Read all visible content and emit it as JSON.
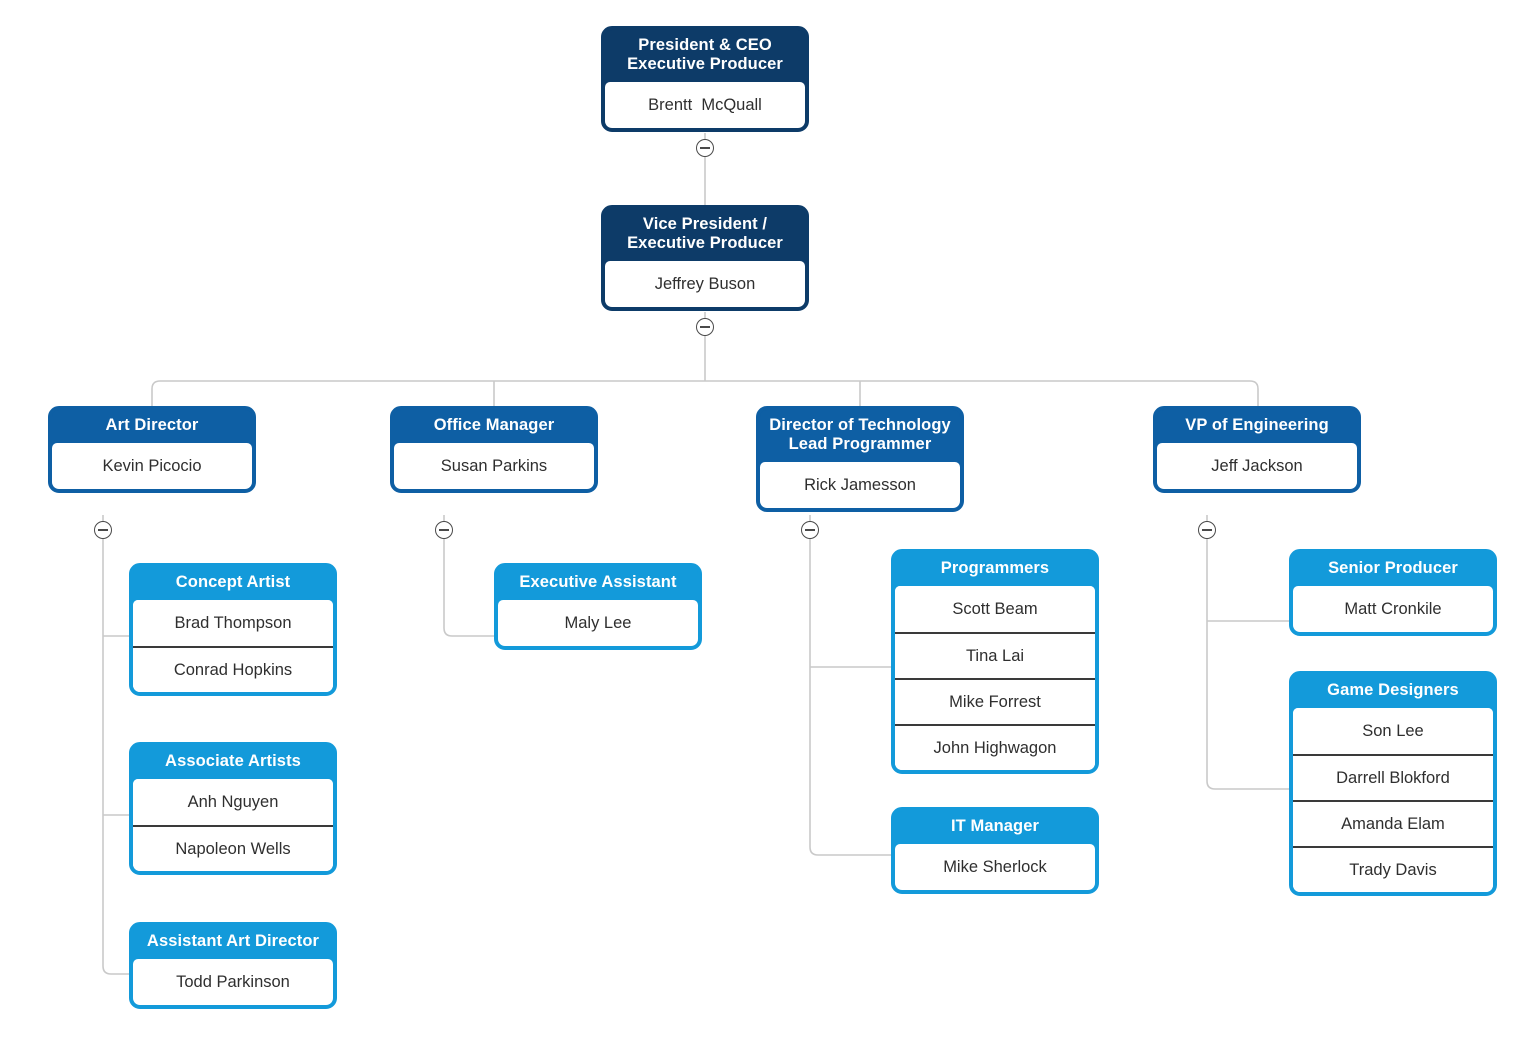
{
  "chart_type": "org-chart",
  "colors": {
    "level1": "#0d3b68",
    "level2": "#0e5fa4",
    "level3": "#139ada",
    "connector": "#c9c9c9",
    "row_text": "#2f2f2f",
    "title_text": "#ffffff",
    "row_divider": "#3a3a3a",
    "background": "#ffffff"
  },
  "toggle_icon": "collapse-minus-icon",
  "nodes": {
    "ceo": {
      "title": "President & CEO\nExecutive Producer",
      "names": [
        "Brentt  McQuall"
      ]
    },
    "vp": {
      "title": "Vice President /\nExecutive Producer",
      "names": [
        "Jeffrey Buson"
      ]
    },
    "art_director": {
      "title": "Art Director",
      "names": [
        "Kevin Picocio"
      ]
    },
    "office_manager": {
      "title": "Office Manager",
      "names": [
        "Susan Parkins"
      ]
    },
    "director_technology": {
      "title": "Director of Technology\nLead Programmer",
      "names": [
        "Rick Jamesson"
      ]
    },
    "vp_engineering": {
      "title": "VP of Engineering",
      "names": [
        "Jeff Jackson"
      ]
    },
    "concept_artist": {
      "title": "Concept Artist",
      "names": [
        "Brad Thompson",
        "Conrad Hopkins"
      ]
    },
    "associate_artists": {
      "title": "Associate Artists",
      "names": [
        "Anh Nguyen",
        "Napoleon Wells"
      ]
    },
    "assistant_art_director": {
      "title": "Assistant Art Director",
      "names": [
        "Todd Parkinson"
      ]
    },
    "executive_assistant": {
      "title": "Executive Assistant",
      "names": [
        "Maly Lee"
      ]
    },
    "programmers": {
      "title": "Programmers",
      "names": [
        "Scott Beam",
        "Tina Lai",
        "Mike Forrest",
        "John Highwagon"
      ]
    },
    "it_manager": {
      "title": "IT Manager",
      "names": [
        "Mike Sherlock"
      ]
    },
    "senior_producer": {
      "title": "Senior Producer",
      "names": [
        "Matt Cronkile"
      ]
    },
    "game_designers": {
      "title": "Game Designers",
      "names": [
        "Son Lee",
        "Darrell Blokford",
        "Amanda Elam",
        "Trady Davis"
      ]
    }
  }
}
